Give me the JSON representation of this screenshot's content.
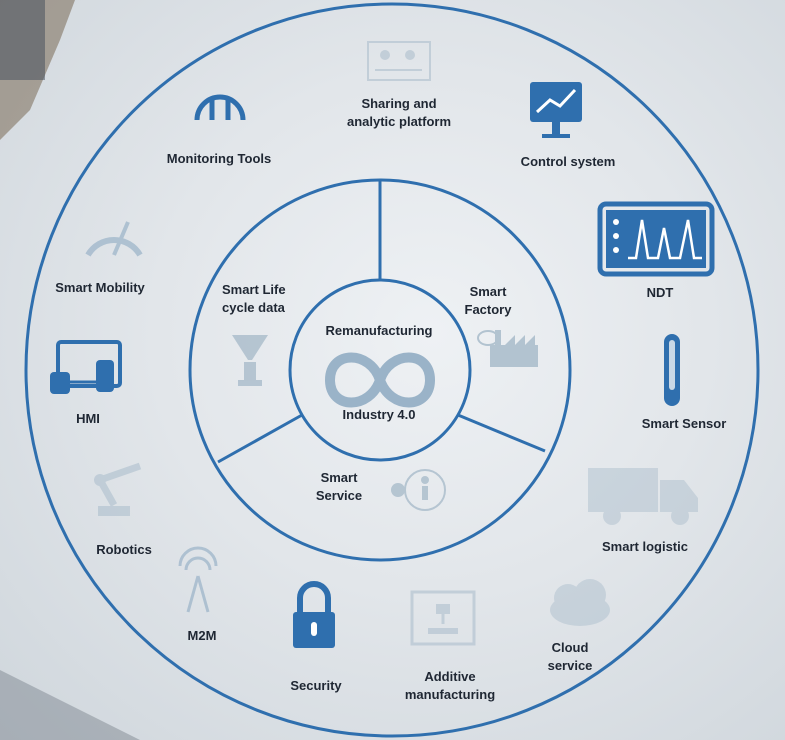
{
  "center": {
    "title": "Remanufacturing",
    "subtitle": "Industry 4.0"
  },
  "inner_segments": {
    "lifecycle": "Smart Life\ncycle data",
    "factory": "Smart\nFactory",
    "service": "Smart\nService"
  },
  "outer_items": {
    "sharing": "Sharing and\nanalytic platform",
    "monitoring": "Monitoring Tools",
    "control": "Control system",
    "ndt": "NDT",
    "smart_mobility": "Smart Mobility",
    "hmi": "HMI",
    "smart_sensor": "Smart Sensor",
    "robotics": "Robotics",
    "smart_logistic": "Smart logistic",
    "m2m": "M2M",
    "cloud": "Cloud\nservice",
    "security": "Security",
    "additive": "Additive\nmanufacturing"
  },
  "colors": {
    "ring": "#2f6fae",
    "icon_dark": "#2f6fae",
    "icon_light": "#9ab3c8",
    "text": "#1f2733"
  }
}
